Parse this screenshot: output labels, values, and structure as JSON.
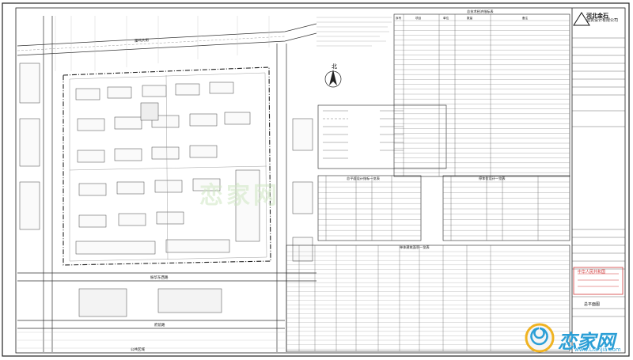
{
  "drawing": {
    "north_label": "北",
    "roads": {
      "top_road": "雷鸣大街",
      "bottom_road": "振华东西路",
      "lower_road": "府前路",
      "bottom_edge_road": "公共区域"
    },
    "watermark": "恋家网"
  },
  "table_headers": {
    "econ_table": "总技术经济指标表",
    "area_table": "总平面设计指标一览表",
    "parking_table": "停车位设计一览表",
    "building_table": "单体建筑面积一览表"
  },
  "econ_col_labels": [
    "序号",
    "项目",
    "单位",
    "数量",
    "备注"
  ],
  "title_block": {
    "company_cn": "河北金石",
    "company_line2": "建筑设计有限公司",
    "project_label": "总平面图",
    "stamp_text": "中华人民共和国"
  },
  "branding": {
    "logo_text": "恋家网",
    "logo_url": "www.Lianjia.com"
  },
  "colors": {
    "line": "#222222",
    "grid_line": "#b9b9b9",
    "watermark": "#cfe7c2",
    "logo": "#2c9fd6",
    "stamp": "#d23a3a"
  }
}
